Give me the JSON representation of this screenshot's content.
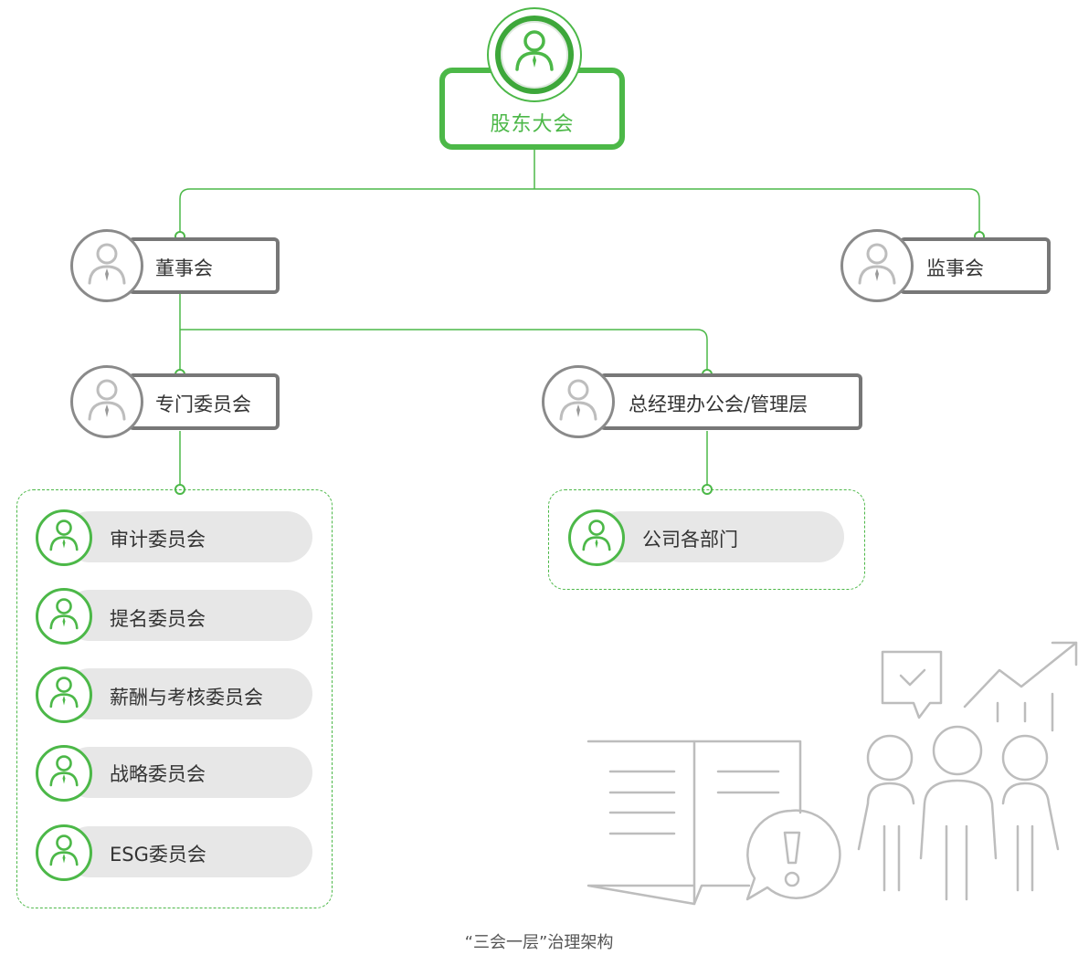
{
  "nodes": {
    "top": {
      "label": "股东大会"
    },
    "board": {
      "label": "董事会"
    },
    "supervisory": {
      "label": "监事会"
    },
    "special_committees": {
      "label": "专门委员会"
    },
    "management": {
      "label": "总经理办公会/管理层"
    },
    "departments": {
      "label": "公司各部门"
    }
  },
  "committees": [
    {
      "label": "审计委员会"
    },
    {
      "label": "提名委员会"
    },
    {
      "label": "薪酬与考核委员会"
    },
    {
      "label": "战略委员会"
    },
    {
      "label": "ESG委员会"
    }
  ],
  "caption": "“三会一层”治理架构",
  "colors": {
    "accent": "#4cb848",
    "gray_border": "#777777",
    "pill_bg": "#e7e7e7",
    "illustration": "#bdbdbd"
  },
  "icons": {
    "person": "person-icon",
    "book": "book-icon",
    "warning": "warning-icon",
    "chat_check": "chat-check-icon",
    "trend_up": "trend-up-arrow-icon",
    "people_group": "people-group-icon"
  }
}
